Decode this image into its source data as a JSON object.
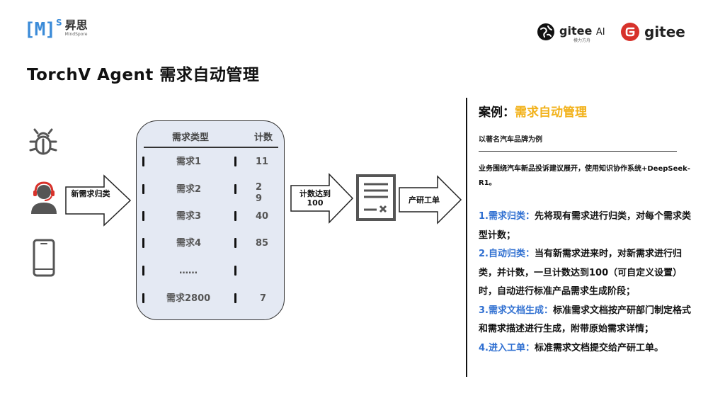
{
  "header": {
    "ms_logo": {
      "mark": "[M]",
      "sup": "S",
      "cn": "昇思",
      "en": "MindSpore"
    },
    "gitee_ai": {
      "word": "gitee",
      "ai": "AI",
      "sub": "模力方舟"
    },
    "gitee": {
      "word": "gitee"
    }
  },
  "page_title": "TorchV Agent  需求自动管理",
  "flow": {
    "arrow1_label": "新需求归类",
    "arrow2_label": "计数达到100",
    "arrow3_label": "产研工单"
  },
  "table": {
    "col_type": "需求类型",
    "col_count": "计数",
    "rows": [
      {
        "type": "需求1",
        "count": "11"
      },
      {
        "type": "需求2",
        "count": "29"
      },
      {
        "type": "需求3",
        "count": "40"
      },
      {
        "type": "需求4",
        "count": "85"
      },
      {
        "type": "……",
        "count": ""
      },
      {
        "type": "需求2800",
        "count": "7"
      }
    ]
  },
  "panel": {
    "case_label": "案例：",
    "case_highlight": "需求自动管理",
    "subtitle": "以著名汽车品牌为例",
    "intro": "业务围绕汽车新品投诉建议展开，使用知识协作系统+DeepSeek-R1。",
    "steps": [
      {
        "key": "1.需求归类：",
        "text": "先将现有需求进行归类，对每个需求类型计数；"
      },
      {
        "key": "2.自动归类：",
        "text": "当有新需求进来时，对新需求进行归类，并计数，一旦计数达到100（可自定义设置）时，自动进行标准产品需求生成阶段；"
      },
      {
        "key": "3.需求文档生成：",
        "text": "标准需求文档按产研部门制定格式和需求描述进行生成，附带原始需求详情；"
      },
      {
        "key": "4.进入工单：",
        "text": "标准需求文档提交给产研工单。"
      }
    ]
  },
  "colors": {
    "accent_blue": "#2f6fd1",
    "highlight_yellow": "#f2b21b",
    "table_bg": "#e4e9f3"
  }
}
